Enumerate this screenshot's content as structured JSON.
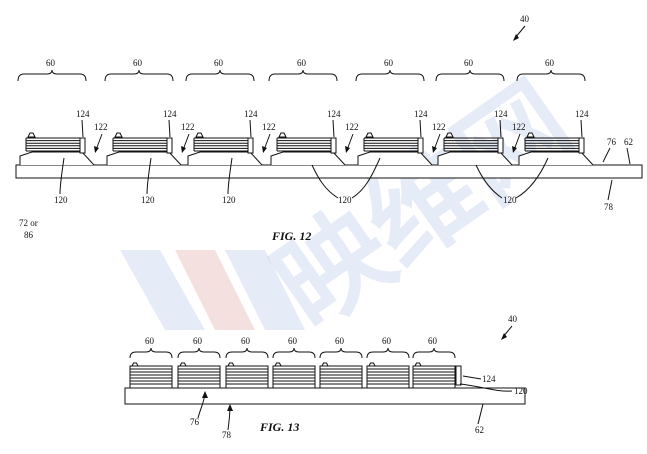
{
  "watermark": {
    "text": "映维网",
    "icon": "nw-logo-watermark"
  },
  "fig12": {
    "caption": "FIG. 12",
    "assembly_ref": "40",
    "module_label": "60",
    "cell_ref": "120",
    "connector_ref": "124",
    "gap_ref": "122",
    "ref_76": "76",
    "ref_62": "62",
    "ref_78": "78",
    "side_ref_line1": "72 or",
    "side_ref_line2": "86"
  },
  "fig13": {
    "caption": "FIG. 13",
    "assembly_ref": "40",
    "module_label": "60",
    "connector_ref": "124",
    "cell_ref": "120",
    "ref_76": "76",
    "ref_78": "78",
    "ref_62": "62"
  },
  "colors": {
    "line": "#111111",
    "watermark": "#c9d6ef"
  }
}
